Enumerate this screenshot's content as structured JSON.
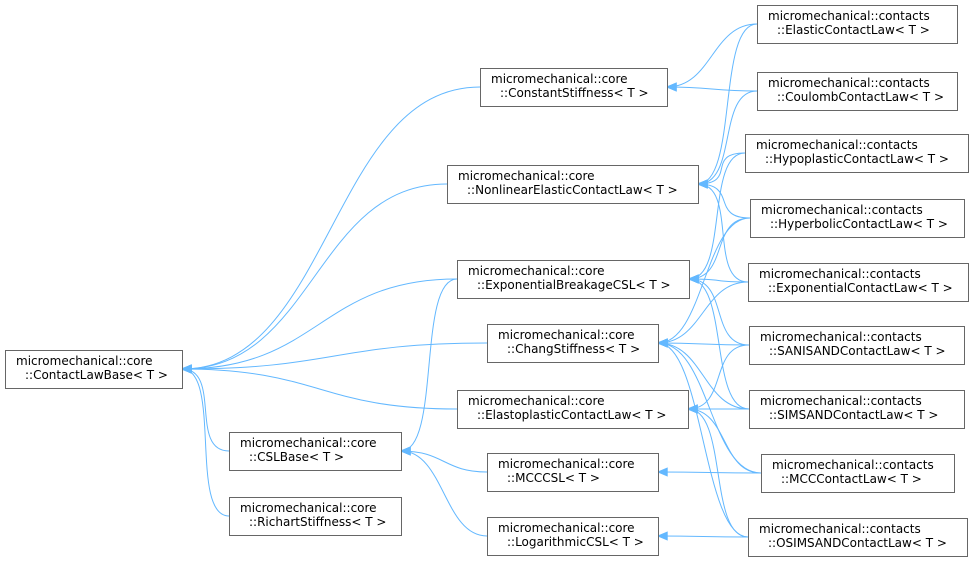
{
  "diagram": {
    "nodes": {
      "contact_law_base": [
        "micromechanical::core",
        "::ContactLawBase< T >"
      ],
      "csl_base": [
        "micromechanical::core",
        "::CSLBase< T >"
      ],
      "richart_stiffness": [
        "micromechanical::core",
        "::RichartStiffness< T >"
      ],
      "constant_stiffness": [
        "micromechanical::core",
        "::ConstantStiffness< T >"
      ],
      "nonlinear_elastic": [
        "micromechanical::core",
        "::NonlinearElasticContactLaw< T >"
      ],
      "exponential_breakage_csl": [
        "micromechanical::core",
        "::ExponentialBreakageCSL< T >"
      ],
      "chang_stiffness": [
        "micromechanical::core",
        "::ChangStiffness< T >"
      ],
      "elastoplastic": [
        "micromechanical::core",
        "::ElastoplasticContactLaw< T >"
      ],
      "mcc_csl": [
        "micromechanical::core",
        "::MCCCSL< T >"
      ],
      "logarithmic_csl": [
        "micromechanical::core",
        "::LogarithmicCSL< T >"
      ],
      "elastic_contact_law": [
        "micromechanical::contacts",
        "::ElasticContactLaw< T >"
      ],
      "coulomb_contact_law": [
        "micromechanical::contacts",
        "::CoulombContactLaw< T >"
      ],
      "hypoplastic_contact_law": [
        "micromechanical::contacts",
        "::HypoplasticContactLaw< T >"
      ],
      "hyperbolic_contact_law": [
        "micromechanical::contacts",
        "::HyperbolicContactLaw< T >"
      ],
      "exponential_contact_law": [
        "micromechanical::contacts",
        "::ExponentialContactLaw< T >"
      ],
      "sanisand_contact_law": [
        "micromechanical::contacts",
        "::SANISANDContactLaw< T >"
      ],
      "simsand_contact_law": [
        "micromechanical::contacts",
        "::SIMSANDContactLaw< T >"
      ],
      "mcc_contact_law": [
        "micromechanical::contacts",
        "::MCCContactLaw< T >"
      ],
      "osimsand_contact_law": [
        "micromechanical::contacts",
        "::OSIMSANDContactLaw< T >"
      ]
    },
    "edges": [
      [
        "constant_stiffness",
        "contact_law_base"
      ],
      [
        "nonlinear_elastic",
        "contact_law_base"
      ],
      [
        "exponential_breakage_csl",
        "contact_law_base"
      ],
      [
        "chang_stiffness",
        "contact_law_base"
      ],
      [
        "elastoplastic",
        "contact_law_base"
      ],
      [
        "csl_base",
        "contact_law_base"
      ],
      [
        "richart_stiffness",
        "contact_law_base"
      ],
      [
        "exponential_breakage_csl",
        "csl_base"
      ],
      [
        "mcc_csl",
        "csl_base"
      ],
      [
        "logarithmic_csl",
        "csl_base"
      ],
      [
        "elastic_contact_law",
        "constant_stiffness"
      ],
      [
        "coulomb_contact_law",
        "constant_stiffness"
      ],
      [
        "elastic_contact_law",
        "nonlinear_elastic"
      ],
      [
        "coulomb_contact_law",
        "nonlinear_elastic"
      ],
      [
        "hypoplastic_contact_law",
        "nonlinear_elastic"
      ],
      [
        "hyperbolic_contact_law",
        "nonlinear_elastic"
      ],
      [
        "exponential_contact_law",
        "nonlinear_elastic"
      ],
      [
        "hypoplastic_contact_law",
        "exponential_breakage_csl"
      ],
      [
        "hyperbolic_contact_law",
        "exponential_breakage_csl"
      ],
      [
        "exponential_contact_law",
        "exponential_breakage_csl"
      ],
      [
        "sanisand_contact_law",
        "exponential_breakage_csl"
      ],
      [
        "simsand_contact_law",
        "exponential_breakage_csl"
      ],
      [
        "hyperbolic_contact_law",
        "chang_stiffness"
      ],
      [
        "exponential_contact_law",
        "chang_stiffness"
      ],
      [
        "sanisand_contact_law",
        "chang_stiffness"
      ],
      [
        "simsand_contact_law",
        "chang_stiffness"
      ],
      [
        "mcc_contact_law",
        "chang_stiffness"
      ],
      [
        "osimsand_contact_law",
        "chang_stiffness"
      ],
      [
        "sanisand_contact_law",
        "elastoplastic"
      ],
      [
        "simsand_contact_law",
        "elastoplastic"
      ],
      [
        "mcc_contact_law",
        "elastoplastic"
      ],
      [
        "osimsand_contact_law",
        "elastoplastic"
      ],
      [
        "mcc_contact_law",
        "mcc_csl"
      ],
      [
        "osimsand_contact_law",
        "logarithmic_csl"
      ]
    ]
  }
}
